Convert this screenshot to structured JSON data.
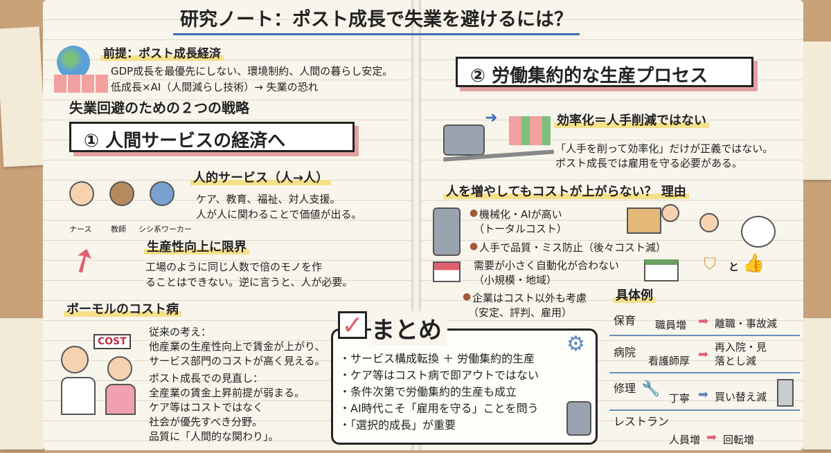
{
  "title": "研究ノート：ポスト成長で失業を避けるには？",
  "premise": {
    "heading": "前提：ポスト成長経済",
    "lines": [
      "GDP成長を最優先にしない、環境制約、人間の暮らし安定。",
      "低成長×AI（人間減らし技術）→ 失業の恐れ"
    ]
  },
  "strategies_heading": "失業回避のための２つの戦略",
  "strategy1": {
    "title": "① 人間サービスの経済へ",
    "human_service": {
      "heading": "人的サービス（人→人）",
      "lines": [
        "ケア、教育、福祉、対人支援。",
        "人が人に関わることで価値が出る。"
      ],
      "roles": [
        "ナース",
        "教師",
        "シシ系ワーカー"
      ]
    },
    "productivity": {
      "heading": "生産性向上に限界",
      "lines": [
        "工場のように同じ人数で倍のモノを作",
        "ることはできない。逆に言うと、人が必要。"
      ]
    },
    "baumol": {
      "heading": "ボーモルのコスト病",
      "sign": "COST",
      "lines": [
        "従来の考え：",
        "他産業の生産性向上で賃金が上がり、",
        "サービス部門のコストが高く見える。",
        "ポスト成長での見直し：",
        "全産業の賃金上昇前提が弱まる。",
        "ケア等はコストではなく",
        "社会が優先すべき分野。",
        "品質に「人間的な関わり」。"
      ]
    }
  },
  "strategy2": {
    "title": "② 労働集約的な生産プロセス",
    "efficiency": {
      "heading": "効率化＝人手削減ではない",
      "lines": [
        "「人手を削って効率化」だけが正義ではない。",
        "ポスト成長では雇用を守る必要がある。"
      ]
    },
    "reasons": {
      "heading": "人を増やしてもコストが上がらない？ 理由",
      "items": [
        "機械化・AIが高い",
        "（トータルコスト）",
        "人手で品質・ミス防止（後々コスト減）",
        "需要が小さく自動化が合わない",
        "（小規模・地域）",
        "企業はコスト以外も考慮",
        "（安定、評判、雇用）"
      ],
      "and": "と"
    },
    "examples": {
      "heading": "具体例",
      "rows": [
        {
          "field": "保育",
          "input": "職員増",
          "result": "離職・事故減"
        },
        {
          "field": "病院",
          "input": "看護師厚",
          "result": "再入院・見落とし減"
        },
        {
          "field": "修理",
          "input": "丁寧",
          "result": "買い替え減"
        },
        {
          "field": "レストラン",
          "input": "人員増",
          "result": "回転増"
        }
      ]
    }
  },
  "summary": {
    "heading": "まとめ",
    "items": [
      "・サービス構成転換 ＋ 労働集約的生産",
      "・ケア等はコスト病で即アウトではない",
      "・条件次第で労働集約的生産も成立",
      "・AI時代こそ「雇用を守る」ことを問う",
      "・「選択的成長」が重要"
    ]
  },
  "colors": {
    "highlight": "#f7e08a",
    "accent": "#e06070",
    "title_underline": "#3c6fb0",
    "page": "#f8f5ec"
  }
}
